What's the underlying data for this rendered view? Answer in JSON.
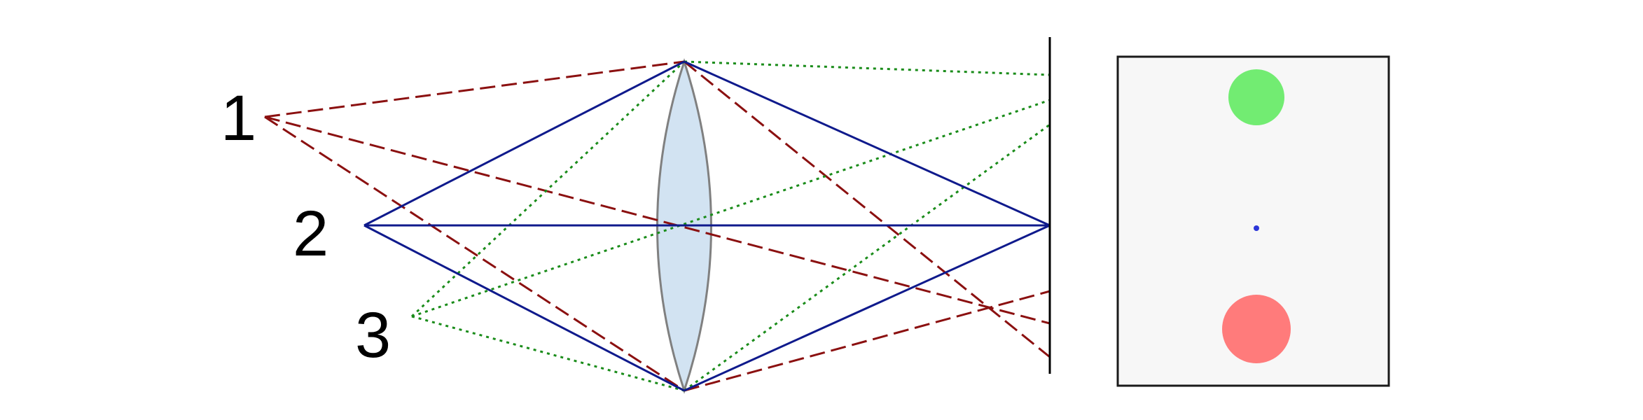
{
  "labels": {
    "point1": "1",
    "point2": "2",
    "point3": "3"
  },
  "colors": {
    "ray_point1": "#8b1010",
    "ray_point2": "#0f1a8c",
    "ray_point3": "#1a8c1a",
    "lens_fill": "#d2e3f2",
    "lens_stroke": "#808080",
    "sensor_bg": "#f7f7f7",
    "spot_green": "#72ec72",
    "spot_red": "#ff7b7b",
    "spot_blue": "#2c36d8"
  }
}
